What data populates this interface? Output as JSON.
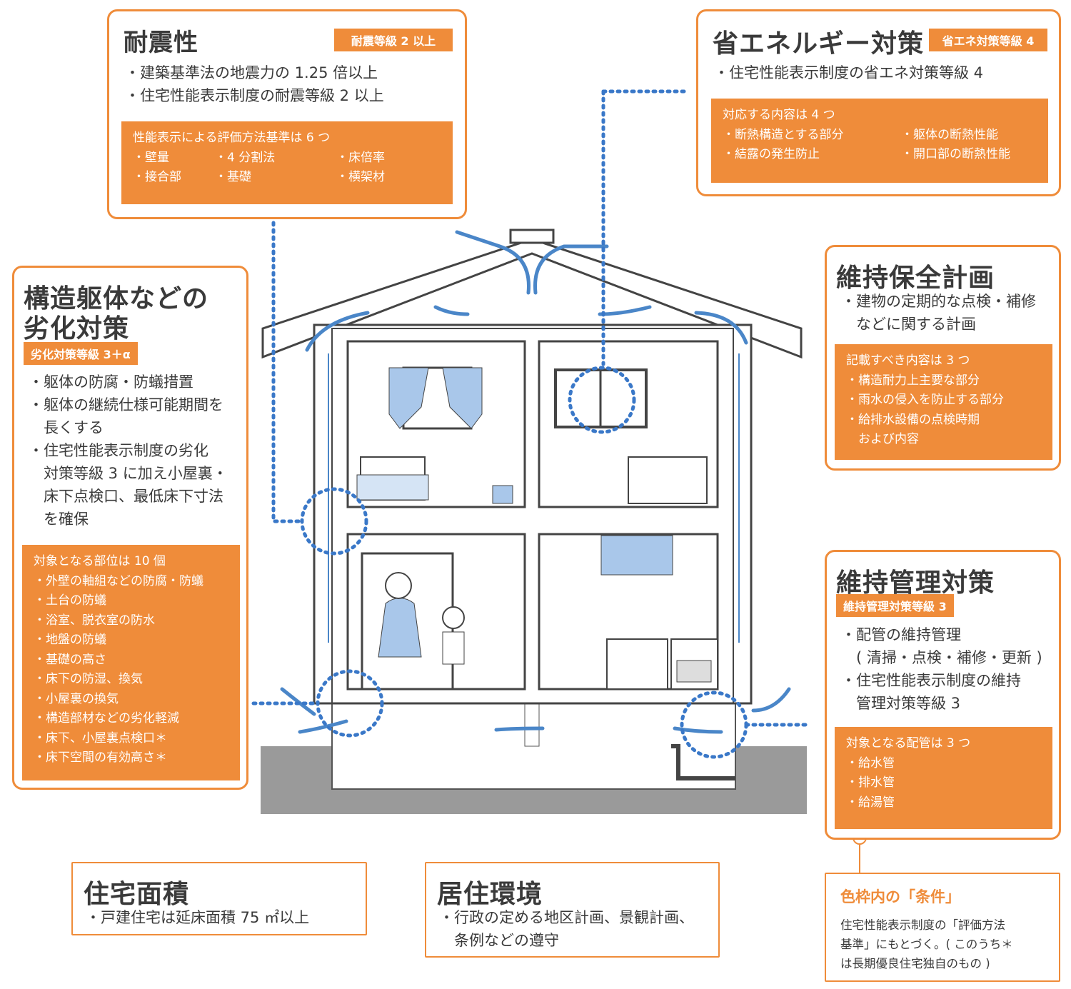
{
  "taishin": {
    "title": "耐震性",
    "badge": "耐震等級 2 以上",
    "bullets": [
      "・建築基準法の地震力の 1.25 倍以上",
      "・住宅性能表示制度の耐震等級 2 以上"
    ],
    "inner_head": "性能表示による評価方法基準は 6 つ",
    "items": [
      "・壁量",
      "・4 分割法",
      "・床倍率",
      "・接合部",
      "・基礎",
      "・横架材"
    ]
  },
  "shoene": {
    "title": "省エネルギー対策",
    "badge": "省エネ対策等級 4",
    "bullets": [
      "・住宅性能表示制度の省エネ対策等級 4"
    ],
    "inner_head": "対応する内容は 4 つ",
    "items": [
      "・断熱構造とする部分",
      "・躯体の断熱性能",
      "・結露の発生防止",
      "・開口部の断熱性能"
    ]
  },
  "rekka": {
    "title1": "構造躯体などの",
    "title2": "劣化対策",
    "badge": "劣化対策等級 3＋α",
    "bullets": [
      "・躯体の防腐・防蟻措置",
      "・躯体の継続仕様可能期間を",
      "　長くする",
      "・住宅性能表示制度の劣化",
      "　対策等級 3 に加え小屋裏・",
      "　床下点検口、最低床下寸法",
      "　を確保"
    ],
    "inner_head": "対象となる部位は 10 個",
    "items": [
      "・外壁の軸組などの防腐・防蟻",
      "・土台の防蟻",
      "・浴室、脱衣室の防水",
      "・地盤の防蟻",
      "・基礎の高さ",
      "・床下の防湿、換気",
      "・小屋裏の換気",
      "・構造部材などの劣化軽減",
      "・床下、小屋裏点検口＊",
      "・床下空間の有効高さ＊"
    ]
  },
  "hozen": {
    "title": "維持保全計画",
    "bullets": [
      "・建物の定期的な点検・補修",
      "　などに関する計画"
    ],
    "inner_head": "記載すべき内容は 3 つ",
    "items": [
      "・構造耐力上主要な部分",
      "・雨水の侵入を防止する部分",
      "・給排水設備の点検時期",
      "　および内容"
    ]
  },
  "kanri": {
    "title": "維持管理対策",
    "badge": "維持管理対策等級 3",
    "bullets": [
      "・配管の維持管理",
      "　( 清掃・点検・補修・更新 )",
      "・住宅性能表示制度の維持",
      "　管理対策等級 3"
    ],
    "inner_head": "対象となる配管は 3 つ",
    "items": [
      "・給水管",
      "・排水管",
      "・給湯管"
    ]
  },
  "menseki": {
    "title": "住宅面積",
    "bullets": [
      "・戸建住宅は延床面積 75 ㎡以上"
    ]
  },
  "kankyo": {
    "title": "居住環境",
    "bullets": [
      "・行政の定める地区計画、景観計画、",
      "　条例などの遵守"
    ]
  },
  "note": {
    "title": "色枠内の「条件」",
    "lines": [
      "住宅性能表示制度の「評価方法",
      "基準」にもとづく。( このうち＊",
      "は長期優良住宅独自のもの )"
    ]
  },
  "colors": {
    "accent": "#ef8c3a",
    "air": "#4a86c8",
    "dots": "#3a78c8"
  }
}
